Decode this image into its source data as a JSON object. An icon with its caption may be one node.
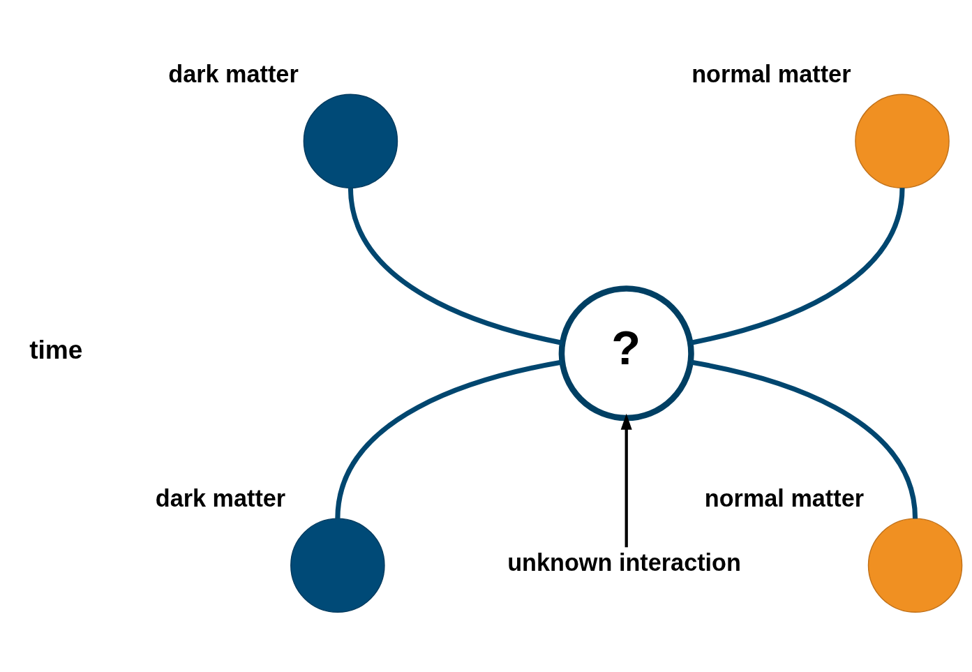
{
  "diagram": {
    "nodes": [
      {
        "text": [],
        "shape": "circle",
        "beside": [
          "dark matter"
        ]
      },
      {
        "text": [],
        "shape": "circle",
        "beside": [
          "normal matter"
        ]
      },
      {
        "text": [
          "?"
        ]
      },
      {
        "text": [],
        "shape": "circle",
        "beside": [
          "dark matter"
        ]
      },
      {
        "text": [],
        "shape": "circle",
        "beside": [
          "normal matter"
        ]
      },
      {
        "text": [
          "unknown interaction"
        ]
      }
    ],
    "edges": [
      {
        "from": 0,
        "to": 2,
        "arrow": "none"
      },
      {
        "from": 1,
        "to": 2,
        "arrow": "none"
      },
      {
        "from": 2,
        "to": 3,
        "arrow": "none"
      },
      {
        "from": 2,
        "to": 4,
        "arrow": "none"
      },
      {
        "from": 5,
        "to": 2,
        "arrow": "to",
        "color": "#000000"
      }
    ],
    "labels": [
      "time"
    ]
  }
}
